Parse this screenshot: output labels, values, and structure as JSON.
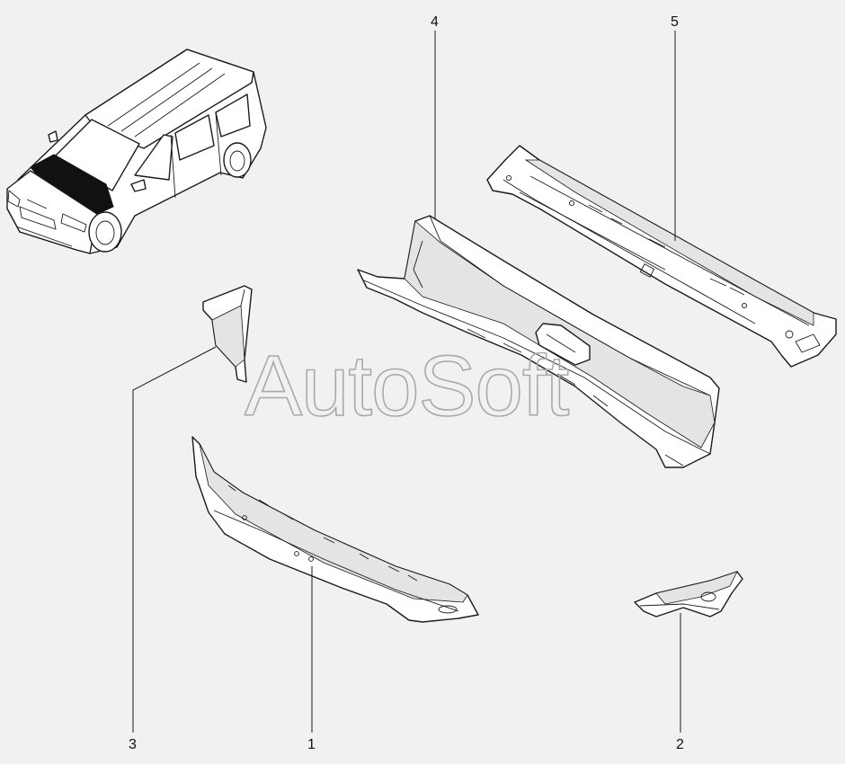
{
  "callouts": [
    {
      "id": "1",
      "label": "1"
    },
    {
      "id": "2",
      "label": "2"
    },
    {
      "id": "3",
      "label": "3"
    },
    {
      "id": "4",
      "label": "4"
    },
    {
      "id": "5",
      "label": "5"
    }
  ],
  "watermark": {
    "text": "AutoSoft"
  },
  "colors": {
    "background": "#f1f1f1",
    "line": "#1b1b1b",
    "watermark": "#a9a9a9",
    "highlight": "#111111"
  }
}
